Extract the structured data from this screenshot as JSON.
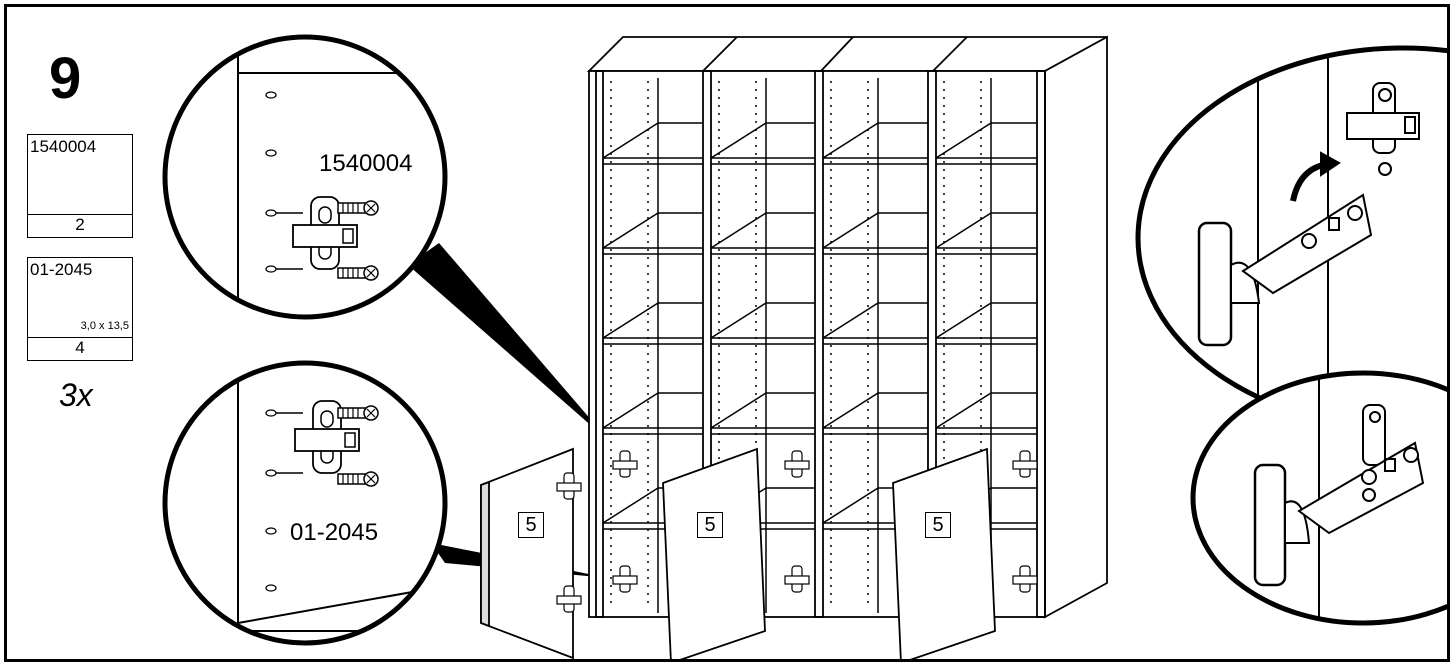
{
  "step": {
    "number": "9",
    "multiplier": "3x"
  },
  "parts": [
    {
      "code": "1540004",
      "quantity": "2",
      "icon": "hinge-icon"
    },
    {
      "code": "01-2045",
      "quantity": "4",
      "size": "3,0 x 13,5",
      "icon": "screw-icon"
    }
  ],
  "callouts": {
    "hinge_plate_code": "1540004",
    "screw_code": "01-2045"
  },
  "door_label": "5",
  "colors": {
    "line": "#000000",
    "background": "#ffffff"
  }
}
